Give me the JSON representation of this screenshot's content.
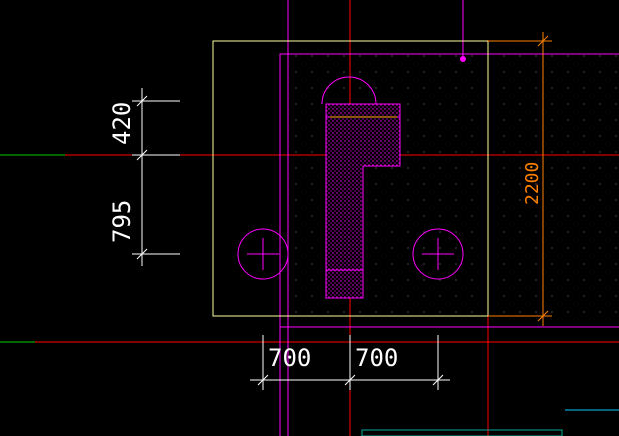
{
  "drawing": {
    "dimensions": {
      "vertical_upper": "420",
      "vertical_lower": "795",
      "horizontal_left": "700",
      "horizontal_right": "700",
      "overall_right": "2200"
    }
  },
  "colors": {
    "background": "#000000",
    "axis_line": "#ff0000",
    "wall_magenta": "#ff00ff",
    "outline_yellow": "#ffff99",
    "dimension_white": "#ffffff",
    "dimension_orange": "#ff8000",
    "axis_green": "#00cc00",
    "grid_dots": "#666666"
  }
}
